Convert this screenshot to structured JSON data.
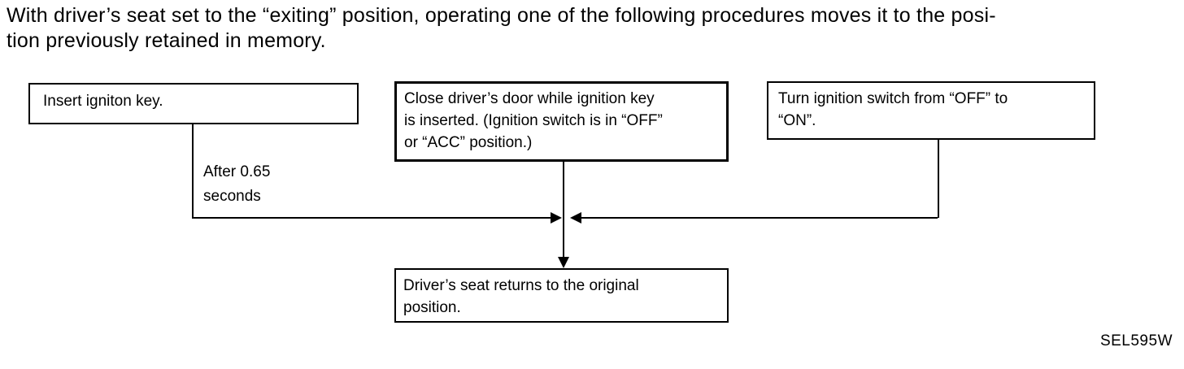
{
  "page": {
    "background_color": "#ffffff",
    "line_color": "#000000"
  },
  "header": {
    "text": "With driver’s seat set to the “exiting” position, operating one of the following procedures moves it to the posi-\ntion previously retained in memory."
  },
  "flowchart": {
    "boxes": {
      "insert_key": "Insert igniton key.",
      "close_door": "Close driver’s door while ignition key\nis inserted. (Ignition switch is in “OFF”\nor “ACC” position.)",
      "turn_switch": "Turn ignition switch from “OFF” to\n“ON”.",
      "result": "Driver’s seat returns to the original\nposition."
    },
    "delay_label": "After 0.65\nseconds"
  },
  "figure_code": "SEL595W"
}
